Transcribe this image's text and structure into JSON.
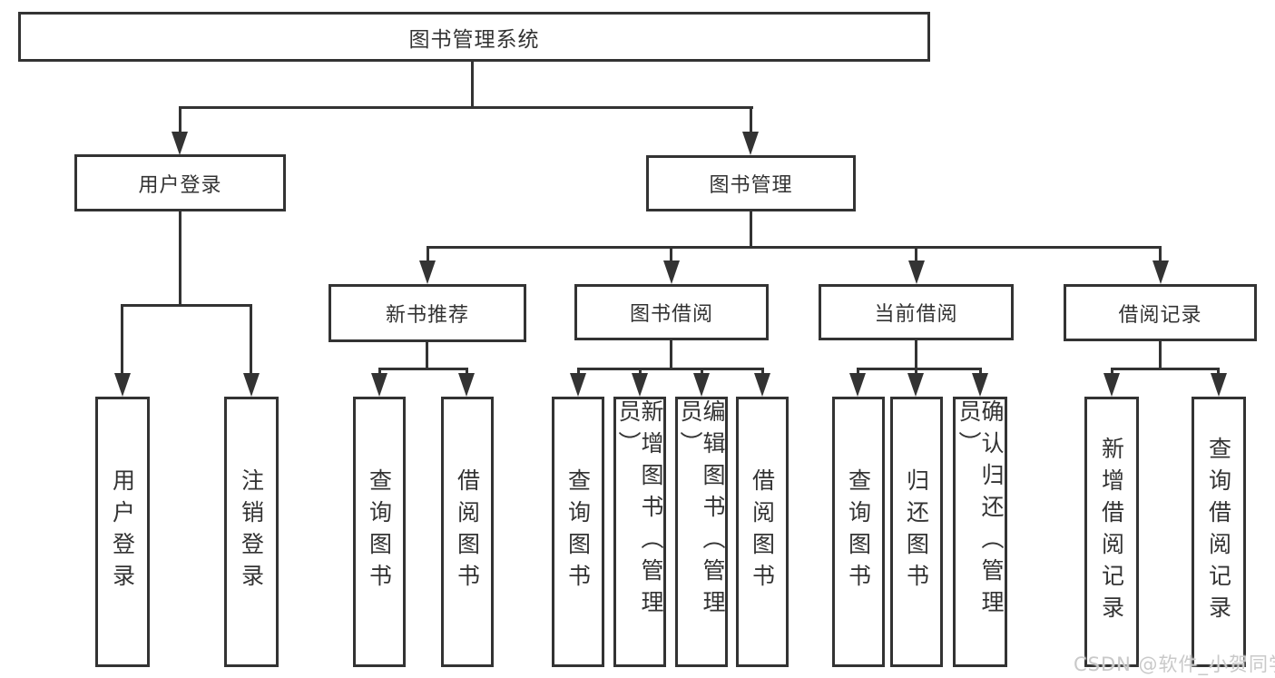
{
  "colors": {
    "line": "#333333",
    "text": "#333333",
    "background": "#ffffff",
    "watermark_color": "#c9c9c9"
  },
  "watermark": "CSDN @软件_小贺同学",
  "nodes": {
    "root": "图书管理系统",
    "user_login": "用户登录",
    "book_mgmt": "图书管理",
    "user_login_leaf": "用户登录",
    "logout_leaf": "注销登录",
    "new_book_rec": "新书推荐",
    "book_borrow": "图书借阅",
    "current_borrow": "当前借阅",
    "borrow_record": "借阅记录",
    "nb_query_book": "查询图书",
    "nb_borrow_book": "借阅图书",
    "bb_query_book": "查询图书",
    "bb_add_book": "新增图书（管理员）",
    "bb_edit_book": "编辑图书（管理员）",
    "bb_borrow_book": "借阅图书",
    "cb_query_book": "查询图书",
    "cb_return_book": "归还图书",
    "cb_confirm_return": "确认归还（管理员）",
    "br_add_record": "新增借阅记录",
    "br_query_record": "查询借阅记录"
  }
}
